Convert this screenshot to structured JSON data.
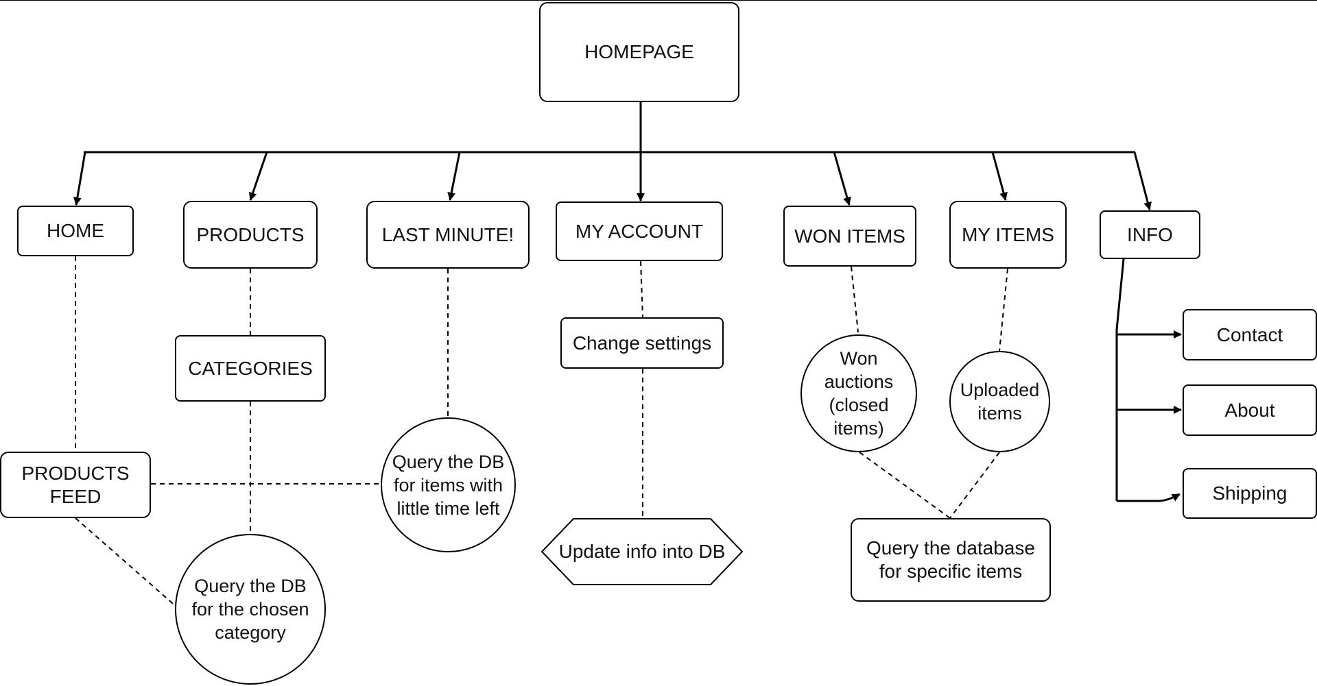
{
  "diagram": {
    "root": "HOMEPAGE",
    "nav": {
      "home": "HOME",
      "products": "PRODUCTS",
      "last_minute": "LAST MINUTE!",
      "my_account": "MY ACCOUNT",
      "won_items": "WON ITEMS",
      "my_items": "MY ITEMS",
      "info": "INFO"
    },
    "nodes": {
      "categories": "CATEGORIES",
      "products_feed": "PRODUCTS\nFEED",
      "query_category": "Query the DB\nfor the chosen\ncategory",
      "query_time_left": "Query the DB\nfor items with\nlittle time left",
      "change_settings": "Change settings",
      "update_info": "Update info into DB",
      "won_auctions": "Won\nauctions\n(closed\nitems)",
      "uploaded_items": "Uploaded\nitems",
      "query_specific": "Query the database\nfor specific items"
    },
    "info_submenu": {
      "contact": "Contact",
      "about": "About",
      "shipping": "Shipping"
    },
    "colors": {
      "line": "#000000",
      "box_fill": "#ffffff",
      "text": "#111111"
    }
  }
}
